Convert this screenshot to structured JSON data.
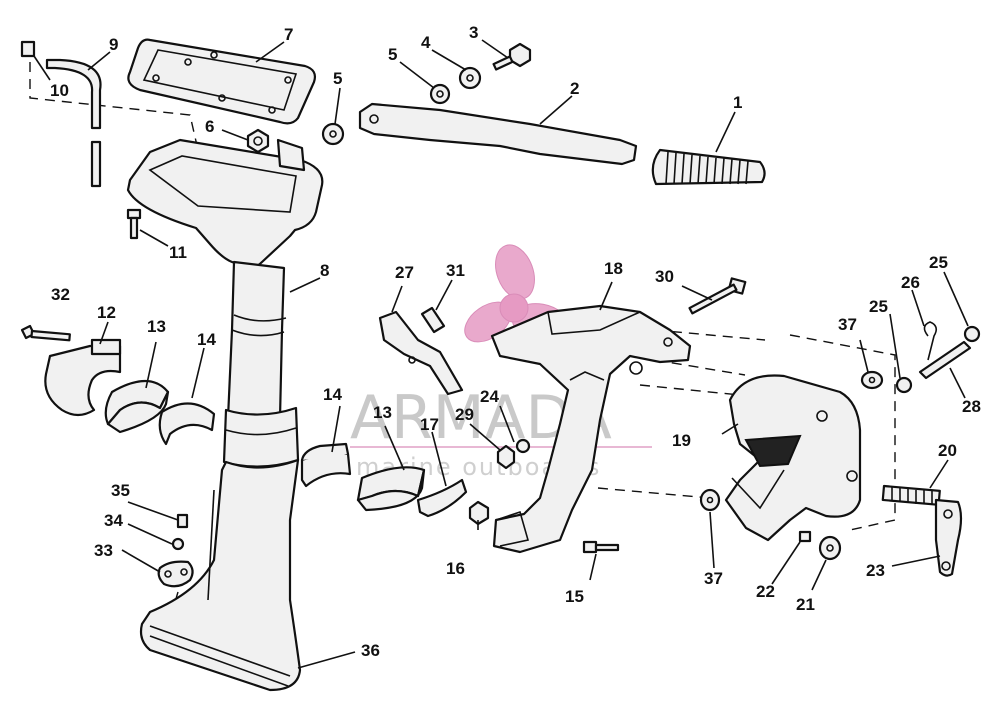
{
  "watermark": {
    "brand": "ARMADA",
    "tagline": "marine outboards",
    "logo_icon": "propeller-logo-icon",
    "logo_color": "#e9a9cc",
    "line_color": "#e8b8d4"
  },
  "callouts": [
    "1",
    "2",
    "3",
    "4",
    "5",
    "5",
    "6",
    "7",
    "8",
    "9",
    "10",
    "11",
    "12",
    "13",
    "13",
    "14",
    "14",
    "15",
    "16",
    "17",
    "18",
    "19",
    "20",
    "21",
    "22",
    "23",
    "24",
    "25",
    "25",
    "26",
    "27",
    "28",
    "29",
    "30",
    "31",
    "32",
    "33",
    "34",
    "35",
    "36",
    "37",
    "37"
  ]
}
